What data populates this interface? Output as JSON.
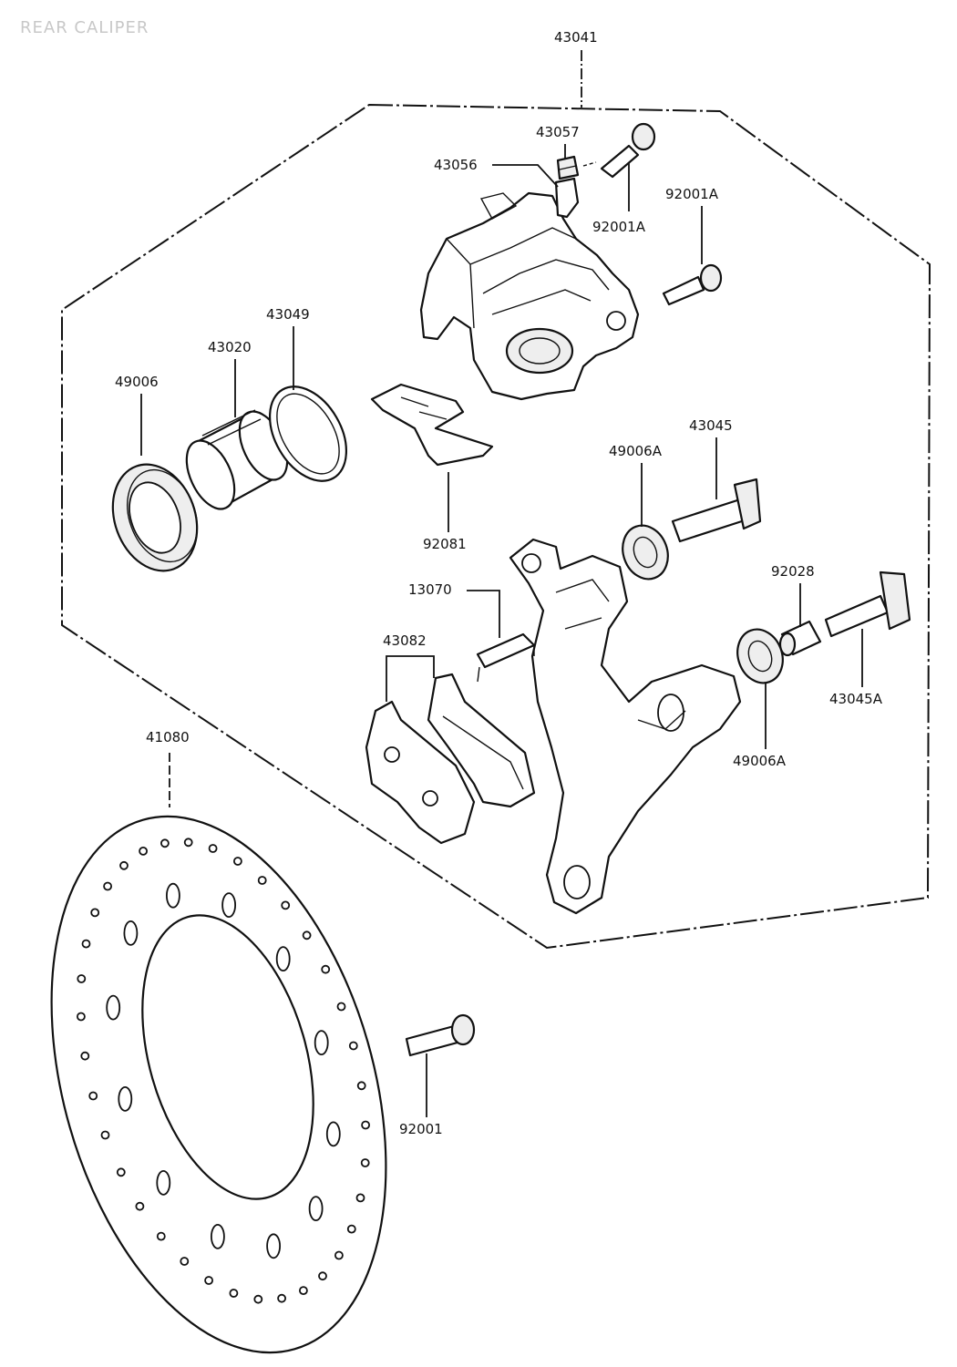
{
  "watermark": "REAR CALIPER",
  "labels": {
    "p43041": "43041",
    "p43057": "43057",
    "p43056": "43056",
    "p92001A_top": "92001A",
    "p92001A_mid": "92001A",
    "p43049": "43049",
    "p43020": "43020",
    "p49006": "49006",
    "p43045": "43045",
    "p49006A_top": "49006A",
    "p92081": "92081",
    "p92028": "92028",
    "p13070": "13070",
    "p43082": "43082",
    "p43045A": "43045A",
    "p49006A_bot": "49006A",
    "p41080": "41080",
    "p92001": "92001"
  }
}
